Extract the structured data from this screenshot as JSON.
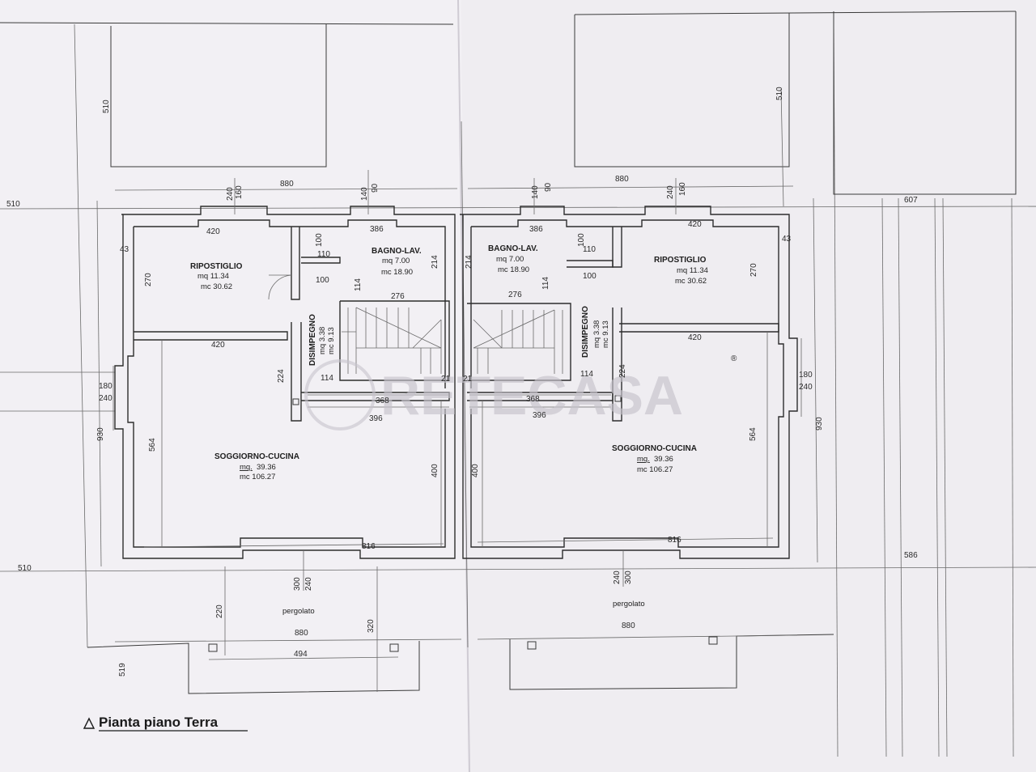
{
  "title": "Pianta piano Terra",
  "watermark": "RETECASA",
  "watermark_mark": "®",
  "units": {
    "left": {
      "ripostiglio": {
        "name": "RIPOSTIGLIO",
        "mq": "mq 11.34",
        "mc": "mc 30.62"
      },
      "bagno": {
        "name": "BAGNO-LAV.",
        "mq": "mq  7.00",
        "mc": "mc 18.90"
      },
      "disimpegno": {
        "name": "DISIMPEGNO",
        "mq": "mq 3.38",
        "mc": "mc 9.13"
      },
      "soggiorno": {
        "name": "SOGGIORNO-CUCINA",
        "mq_label": "mq.",
        "mq_value": "39.36",
        "mc": "mc 106.27"
      },
      "pergolato": "pergolato"
    },
    "right": {
      "ripostiglio": {
        "name": "RIPOSTIGLIO",
        "mq": "mq 11.34",
        "mc": "mc 30.62"
      },
      "bagno": {
        "name": "BAGNO-LAV.",
        "mq": "mq  7.00",
        "mc": "mc 18.90"
      },
      "disimpegno": {
        "name": "DISIMPEGNO",
        "mq": "mq 3.38",
        "mc": "mc 9.13"
      },
      "soggiorno": {
        "name": "SOGGIORNO-CUCINA",
        "mq_label": "mq.",
        "mq_value": "39.36",
        "mc": "mc 106.27"
      },
      "pergolato": "pergolato"
    }
  },
  "dims": {
    "d510": "510",
    "d880": "880",
    "d160": "160",
    "d240": "240",
    "d140": "140",
    "d90": "90",
    "d420": "420",
    "d386": "386",
    "d100": "100",
    "d110": "110",
    "d43": "43",
    "d270": "270",
    "d214": "214",
    "d114": "114",
    "d276": "276",
    "d224": "224",
    "d21": "21",
    "d368": "368",
    "d396": "396",
    "d180": "180",
    "d930": "930",
    "d564": "564",
    "d400": "400",
    "d816": "816",
    "d300": "300",
    "d220": "220",
    "d320": "320",
    "d494": "494",
    "d519": "519",
    "d607": "607",
    "d586": "586"
  }
}
